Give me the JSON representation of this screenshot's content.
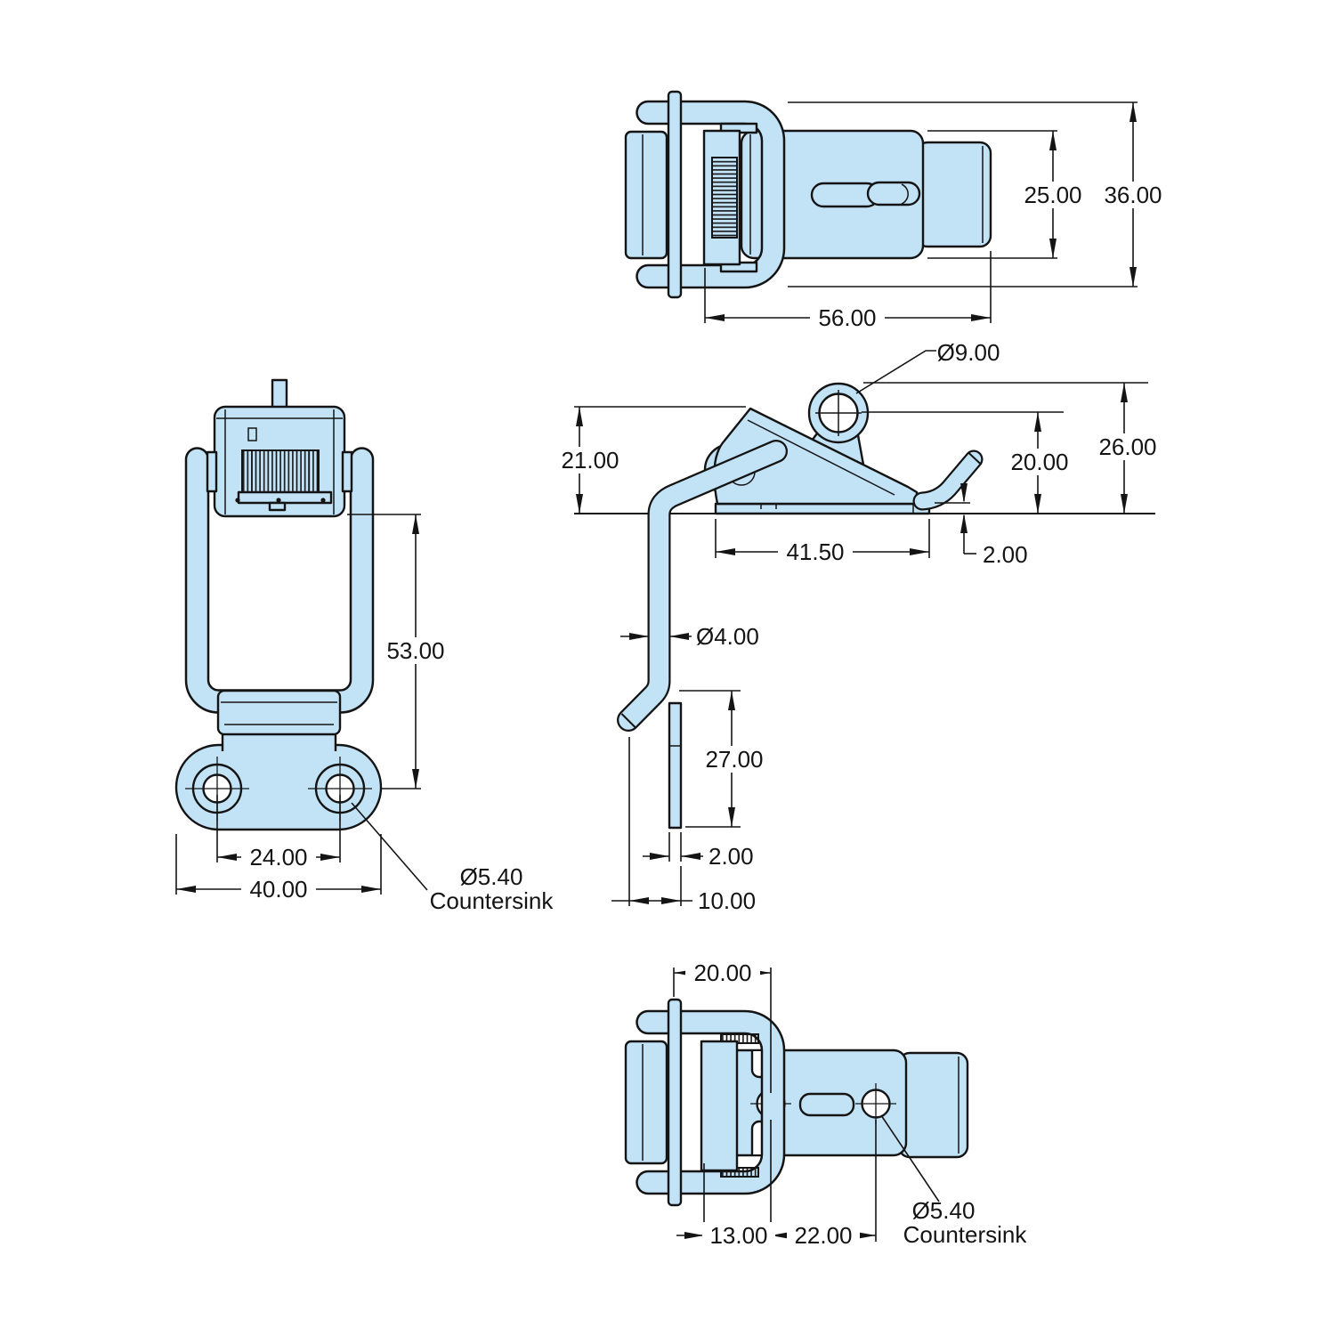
{
  "colors": {
    "part_fill": "#c2e2f6",
    "line": "#141414"
  },
  "dims": {
    "top": {
      "inner_height": "25.00",
      "outer_height": "36.00",
      "width": "56.00"
    },
    "front": {
      "height": "53.00",
      "hole_spacing": "24.00",
      "width": "40.00",
      "countersink_dia": "Ø5.40",
      "countersink_note": "Countersink"
    },
    "side": {
      "eye_dia": "Ø9.00",
      "lever_height": "21.00",
      "overall_height": "26.00",
      "eye_center_height": "20.00",
      "base_length": "41.50",
      "base_thickness": "2.00",
      "wire_dia": "Ø4.00",
      "hook_drop": "27.00",
      "plate_thickness": "2.00",
      "hook_depth": "10.00"
    },
    "bottom": {
      "edge_to_hole": "20.00",
      "edge_offset": "13.00",
      "hole_spacing": "22.00",
      "countersink_dia": "Ø5.40",
      "countersink_note": "Countersink"
    }
  }
}
